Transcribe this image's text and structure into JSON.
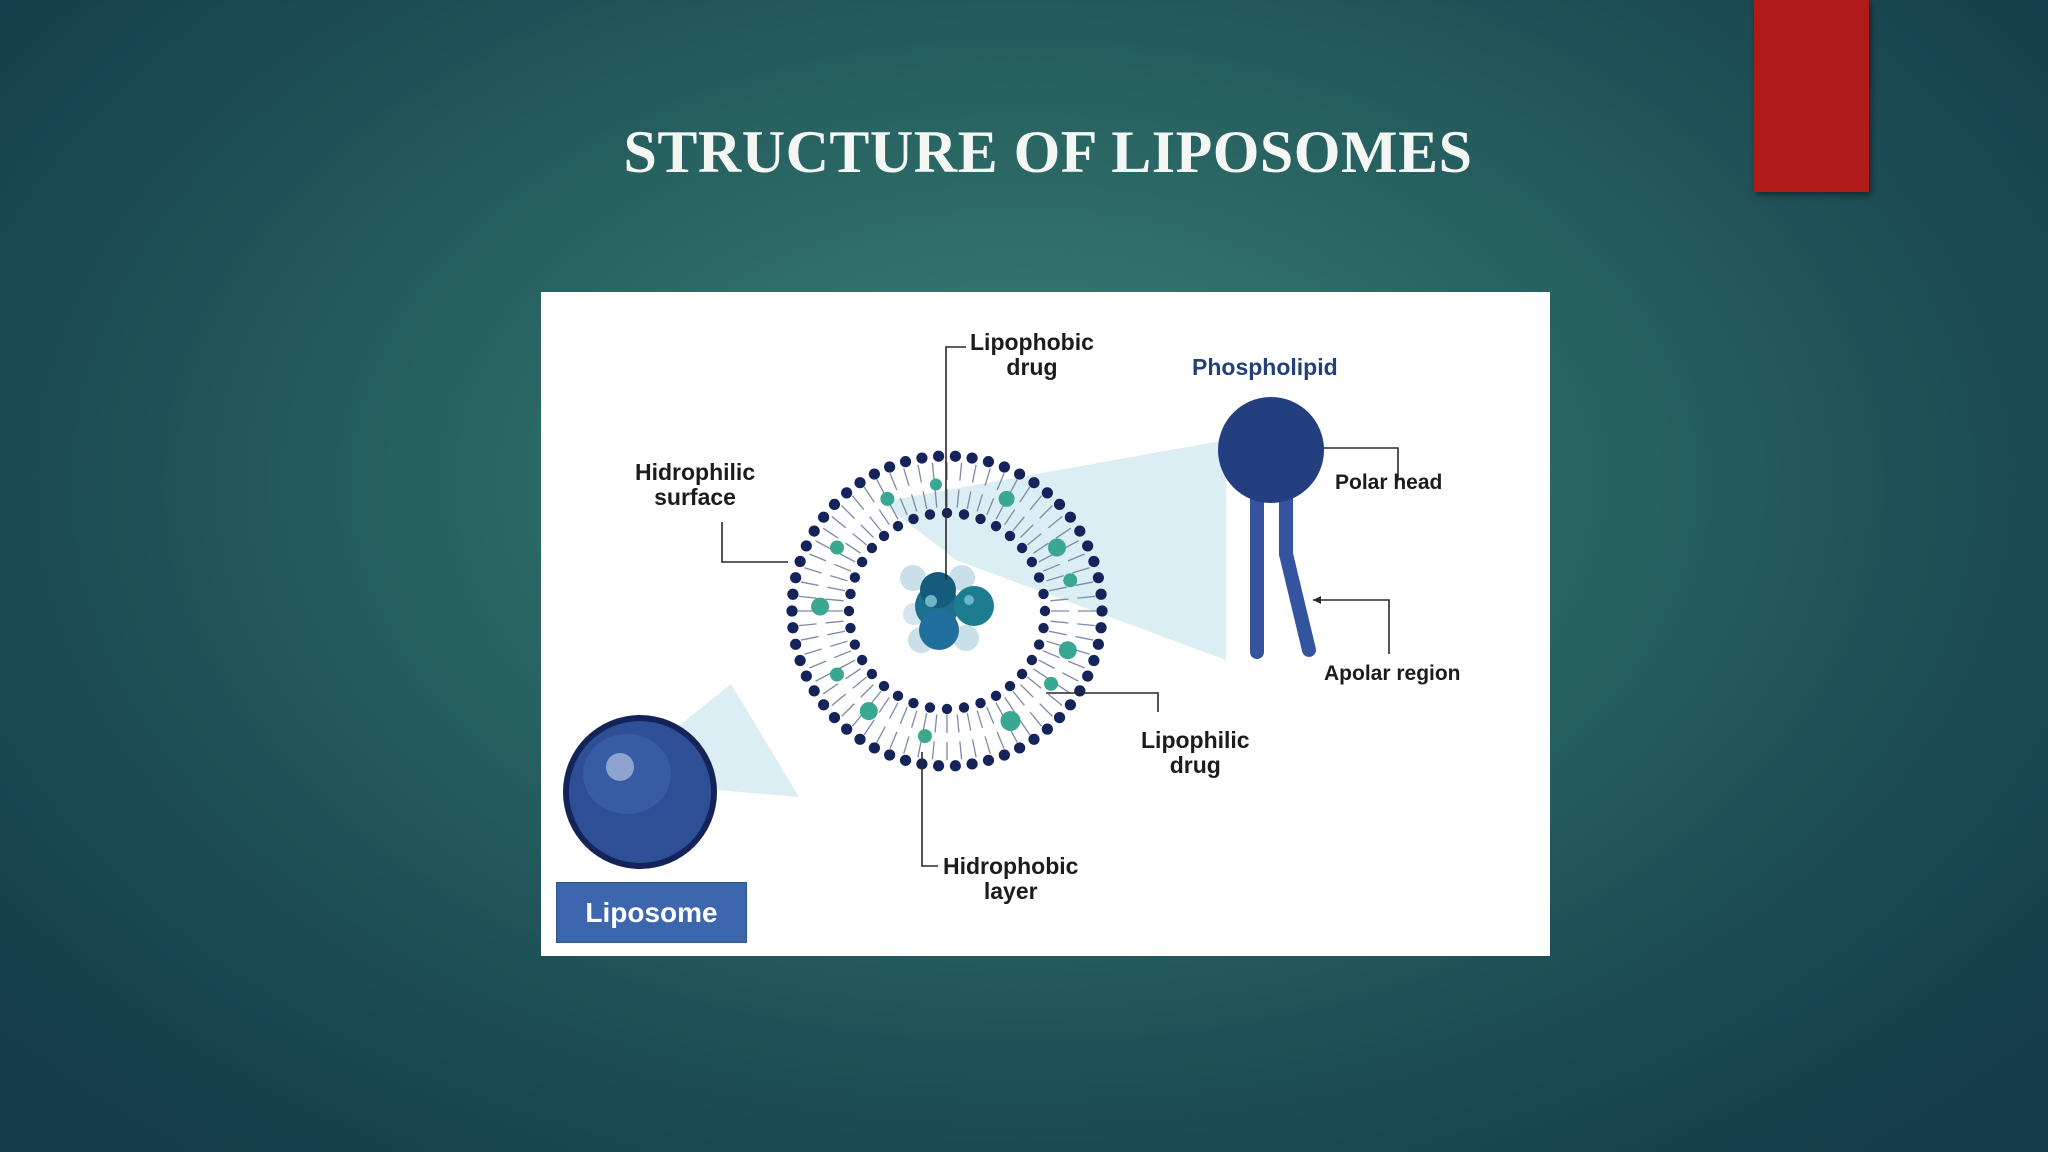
{
  "slide": {
    "title": "STRUCTURE OF LIPOSOMES",
    "accent_color": "#b01a18",
    "background_colors": [
      "#3f8279",
      "#143d49"
    ]
  },
  "diagram": {
    "labels": {
      "lipophobic_drug": [
        "Lipophobic",
        "drug"
      ],
      "hidrophilic_surface": [
        "Hidrophilic",
        "surface"
      ],
      "phospholipid": "Phospholipid",
      "polar_head": "Polar head",
      "apolar_region": "Apolar region",
      "lipophilic_drug": [
        "Lipophilic",
        "drug"
      ],
      "hidrophobic_layer": [
        "Hidrophobic",
        "layer"
      ],
      "liposome": "Liposome"
    },
    "colors": {
      "head_navy": "#14235a",
      "phospholipid_blue": "#2b4a87",
      "tail_line": "#7d8aa8",
      "drug_teal": "#3aa890",
      "core_teal": "#1d6e8f",
      "wedge": "#dbeef3",
      "liposome_box": "#3c67ae"
    }
  }
}
